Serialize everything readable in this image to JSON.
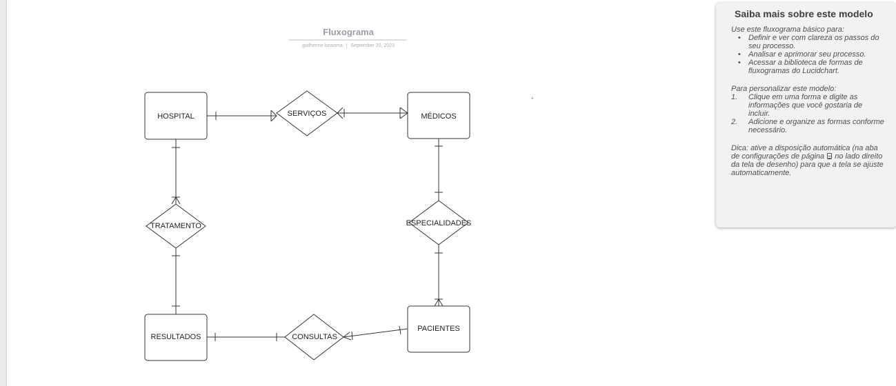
{
  "diagram": {
    "title": "Fluxograma",
    "author": "guilherme bissoma",
    "separator": "|",
    "date": "September 20, 2023",
    "stray_mark": ".",
    "entities": {
      "hospital": "HOSPITAL",
      "medicos": "MÉDICOS",
      "resultados": "RESULTADOS",
      "pacientes": "PACIENTES"
    },
    "relationships": {
      "servicos": "SERVIÇOS",
      "tratamento": "TRATAMENTO",
      "especialidades": "ESPECIALIDADES",
      "consultas": "CONSULTAS"
    }
  },
  "panel": {
    "title": "Saiba mais sobre este modelo",
    "intro": "Use este fluxograma básico para:",
    "bullets": [
      "Definir e ver com clareza os passos do seu processo.",
      "Analisar e aprimorar seu processo.",
      "Acessar a biblioteca de formas de fluxogramas do Lucidchart."
    ],
    "customize_intro": "Para personalizar este modelo:",
    "steps": [
      {
        "num": "1.",
        "text": "Clique em uma forma e digite as informações que você gostaria de incluir."
      },
      {
        "num": "2.",
        "text": "Adicione e organize as formas conforme necessário."
      }
    ],
    "tip_before_icon": "Dica: ative a disposição automática (na aba de configurações de página",
    "tip_icon": "page-settings-icon",
    "tip_after_icon": "no lado direito da tela de desenho) para que a tela se ajuste automaticamente."
  }
}
